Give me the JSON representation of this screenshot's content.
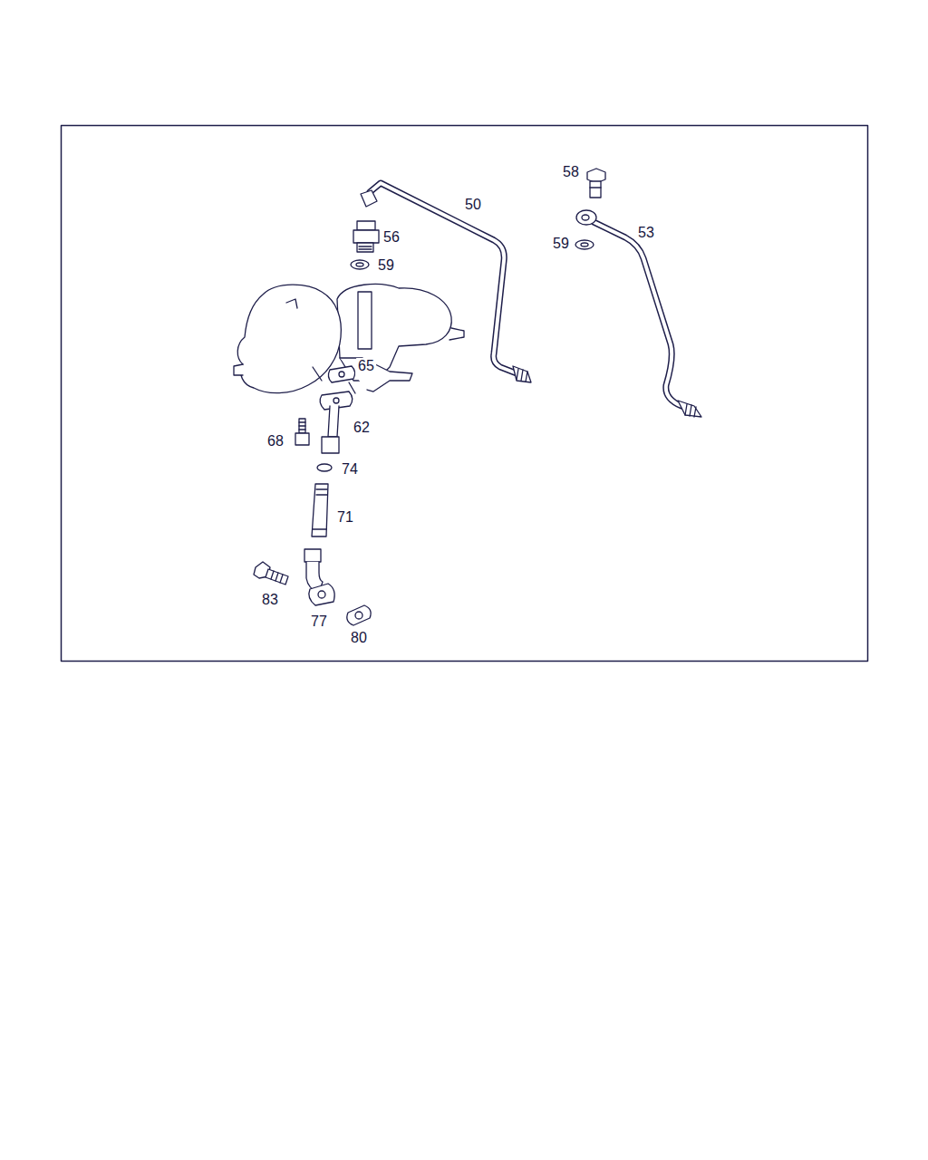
{
  "diagram": {
    "labels": [
      "58",
      "50",
      "53",
      "56",
      "59",
      "59",
      "65",
      "62",
      "68",
      "74",
      "71",
      "83",
      "77",
      "80"
    ]
  }
}
